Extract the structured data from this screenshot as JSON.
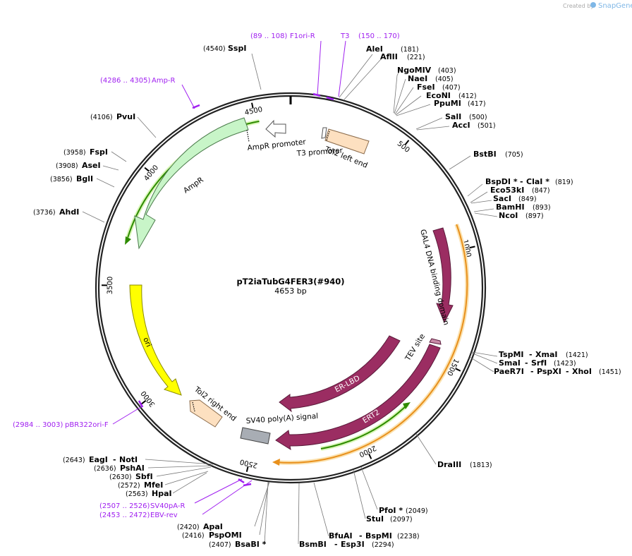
{
  "plasmid": {
    "name": "pT2iaTubG4FER3(#940)",
    "length_label": "4653 bp"
  },
  "watermark": {
    "prefix": "Created by",
    "brand": "SnapGene"
  },
  "ticks": [
    "500",
    "1000",
    "1500",
    "2000",
    "2500",
    "3000",
    "3500",
    "4000",
    "4500"
  ],
  "features": {
    "amp_promoter": "AmpR promoter",
    "t3_promoter": "T3 promoter",
    "tol2_left": "Tol2 left end",
    "ampr": "AmpR",
    "gal4": "GAL4 DNA binding domain",
    "ori": "ori",
    "tev": "TEV site",
    "er_lbd": "ER-LBD",
    "ert2": "ERT2",
    "tol2_right": "Tol2 right end",
    "sv40": "SV40 poly(A) signal"
  },
  "primers": [
    {
      "range": "(89 .. 108)",
      "name": "F1ori-R"
    },
    {
      "range": "",
      "name": "T3"
    },
    {
      "range": "(150 .. 170)",
      "name": ""
    },
    {
      "range": "(4286 .. 4305)",
      "name": "Amp-R"
    },
    {
      "range": "(2984 .. 3003)",
      "name": "pBR322ori-F"
    },
    {
      "range": "(2507 .. 2526)",
      "name": "SV40pA-R"
    },
    {
      "range": "(2453 .. 2472)",
      "name": "EBV-rev"
    }
  ],
  "sites": {
    "sspi": {
      "pos": "(4540)",
      "name": "SspI"
    },
    "alei": {
      "name": "AleI",
      "pos": "(181)"
    },
    "aflii": {
      "name": "AflII",
      "pos": "(221)"
    },
    "ngomiv": {
      "name": "NgoMIV",
      "pos": "(403)"
    },
    "naei": {
      "name": "NaeI",
      "pos": "(405)"
    },
    "fsei": {
      "name": "FseI",
      "pos": "(407)"
    },
    "econi": {
      "name": "EcoNI",
      "pos": "(412)"
    },
    "ppumi": {
      "name": "PpuMI",
      "pos": "(417)"
    },
    "sali": {
      "name": "SalI",
      "pos": "(500)"
    },
    "acci": {
      "name": "AccI",
      "pos": "(501)"
    },
    "bstbi": {
      "name": "BstBI",
      "pos": "(705)"
    },
    "bspdi": {
      "name": "BspDI *",
      "sep": "-",
      "name2": "ClaI *",
      "pos": "(819)"
    },
    "eco53ki": {
      "name": "Eco53kI",
      "pos": "(847)"
    },
    "saci": {
      "name": "SacI",
      "pos": "(849)"
    },
    "bamhi": {
      "name": "BamHI",
      "pos": "(893)"
    },
    "ncoi": {
      "name": "NcoI",
      "pos": "(897)"
    },
    "tspmi": {
      "name": "TspMI",
      "sep": "-",
      "name2": "XmaI",
      "pos": "(1421)"
    },
    "smai": {
      "name": "SmaI",
      "sep": "-",
      "name2": "SrfI",
      "pos": "(1423)"
    },
    "paer7i": {
      "name": "PaeR7I",
      "sep": "-",
      "name2": "PspXI",
      "sep2": "-",
      "name3": "XhoI",
      "pos": "(1451)"
    },
    "draiii": {
      "name": "DraIII",
      "pos": "(1813)"
    },
    "pfoi": {
      "name": "PfoI *",
      "pos": "(2049)"
    },
    "stui": {
      "name": "StuI",
      "pos": "(2097)"
    },
    "bfuai": {
      "name": "BfuAI",
      "sep": "-",
      "name2": "BspMI",
      "pos": "(2238)"
    },
    "bsmbi": {
      "name": "BsmBI",
      "sep": "-",
      "name2": "Esp3I",
      "pos": "(2294)"
    },
    "apai": {
      "pos": "(2420)",
      "name": "ApaI"
    },
    "pspomi": {
      "pos": "(2416)",
      "name": "PspOMI"
    },
    "bsabi": {
      "pos": "(2407)",
      "name": "BsaBI *"
    },
    "eagi": {
      "pos": "(2643)",
      "name": "EagI",
      "sep": "-",
      "name2": "NotI"
    },
    "pshai": {
      "pos": "(2636)",
      "name": "PshAI"
    },
    "sbfi": {
      "pos": "(2630)",
      "name": "SbfI"
    },
    "mfei": {
      "pos": "(2572)",
      "name": "MfeI"
    },
    "hpai": {
      "pos": "(2563)",
      "name": "HpaI"
    },
    "pvui": {
      "pos": "(4106)",
      "name": "PvuI"
    },
    "fspi": {
      "pos": "(3958)",
      "name": "FspI"
    },
    "asei": {
      "pos": "(3908)",
      "name": "AseI"
    },
    "bgli": {
      "pos": "(3856)",
      "name": "BglI"
    },
    "ahdi": {
      "pos": "(3736)",
      "name": "AhdI"
    }
  },
  "colors": {
    "backbone": "#222222",
    "ampr": "#c8f5c8",
    "tol2": "#fde0c0",
    "ori": "#ffff00",
    "gal4": "#9b2d62",
    "sv40": "#a8adb4",
    "orf_line": "#2e8b00",
    "orf_orange": "#e8901c",
    "primer": "#a020f0",
    "leader": "#777777"
  }
}
